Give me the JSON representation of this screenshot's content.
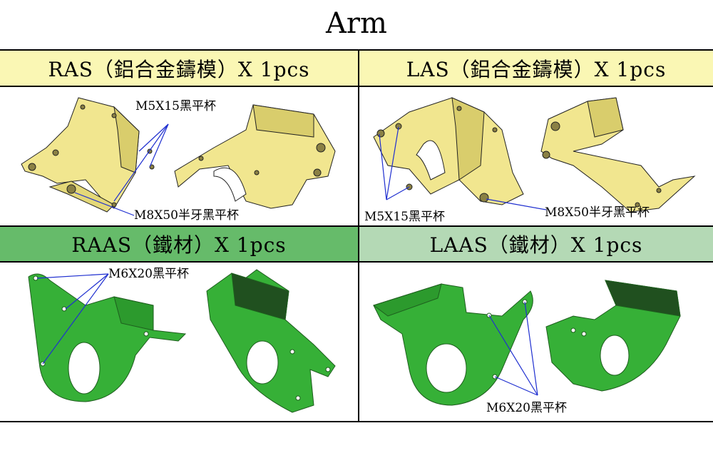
{
  "title": "Arm",
  "colors": {
    "header_yellow": "#faf7b4",
    "header_green_dark": "#66bb6a",
    "header_green_light": "#b4d9b5",
    "part_yellow": "#f1e68f",
    "part_green": "#36b037",
    "leader_blue": "#1f2fd0"
  },
  "cells": {
    "ras": {
      "header": "RAS（鋁合金鑄模）X 1pcs",
      "labels": [
        "M5X15黑平杯",
        "M8X50半牙黑平杯"
      ]
    },
    "las": {
      "header": "LAS（鋁合金鑄模）X 1pcs",
      "labels": [
        "M5X15黑平杯",
        "M8X50半牙黑平杯"
      ]
    },
    "raas": {
      "header": "RAAS（鐵材）X 1pcs",
      "labels": [
        "M6X20黑平杯"
      ]
    },
    "laas": {
      "header": "LAAS（鐵材）X 1pcs",
      "labels": [
        "M6X20黑平杯"
      ]
    }
  }
}
